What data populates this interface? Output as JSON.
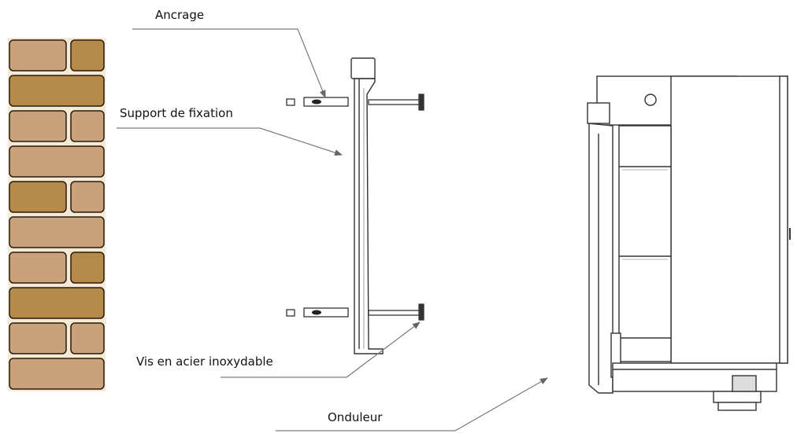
{
  "labels": {
    "anchor": "Ancrage",
    "bracket": "Support de fixation",
    "screw": "Vis en acier inoxydable",
    "inverter": "Onduleur"
  },
  "colors": {
    "brick_light": "#c9a27c",
    "brick_dark": "#b68a48",
    "brick_outline": "#2a1a0c",
    "mortar": "#f4ead6",
    "line": "#333333",
    "leader": "#7a7a7a"
  },
  "wall": {
    "rows": 10
  }
}
